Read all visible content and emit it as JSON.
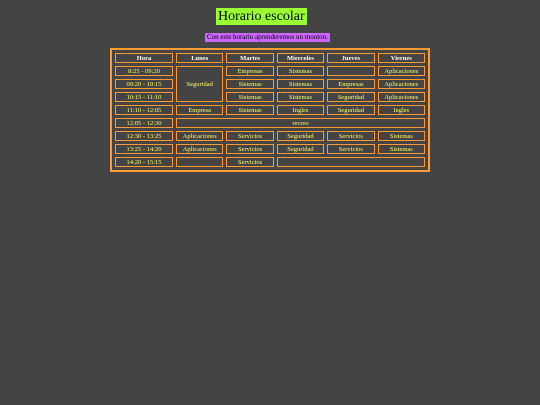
{
  "title": "Horario escolar",
  "subtitle": "Con este horario aprenderemos un monton.",
  "colors": {
    "background": "#444444",
    "title_bg": "#99ff33",
    "subtitle_bg": "#cc66ff",
    "border": "#ff9933",
    "cell_text": "#ffff66",
    "header_text": "#ffffff"
  },
  "headers": [
    "Hora",
    "Lunes",
    "Martes",
    "Miercoles",
    "Jueves",
    "Viernes"
  ],
  "rows": {
    "r0": {
      "hora": "8:25 - 09:20",
      "martes": "Empresas",
      "miercoles": "Sistemas",
      "jueves": "",
      "viernes": "Aplicaciones"
    },
    "r0_lunes": "Seguridad",
    "r1": {
      "hora": "09:20 - 10:15",
      "martes": "Sistemas",
      "miercoles": "Sistemas",
      "jueves": "Empresas",
      "viernes": "Aplicaciones"
    },
    "r2": {
      "hora": "10:15 - 11:10",
      "martes": "Sistemas",
      "miercoles": "Sistemas",
      "jueves": "Seguridad",
      "viernes": "Aplicaciones"
    },
    "r3": {
      "hora": "11:10 - 12:05",
      "lunes": "Empresa",
      "martes": "Sistemas",
      "miercoles": "Ingles",
      "jueves": "Seguridad",
      "viernes": "Ingles"
    },
    "r4": {
      "hora": "12:05 - 12:30",
      "recreo": "recreo"
    },
    "r5": {
      "hora": "12:30 - 13:25",
      "lunes": "Aplicaciones",
      "martes": "Servicios",
      "miercoles": "Seguridad",
      "jueves": "Servicios",
      "viernes": "Sistemas"
    },
    "r6": {
      "hora": "13:25 - 14:20",
      "lunes": "Aplicaciones",
      "martes": "Servicios",
      "miercoles": "Seguridad",
      "jueves": "Servicios",
      "viernes": "Sistemas"
    },
    "r7": {
      "hora": "14:20 - 15:15",
      "lunes": "",
      "martes": "Servicios",
      "resto": ""
    }
  }
}
